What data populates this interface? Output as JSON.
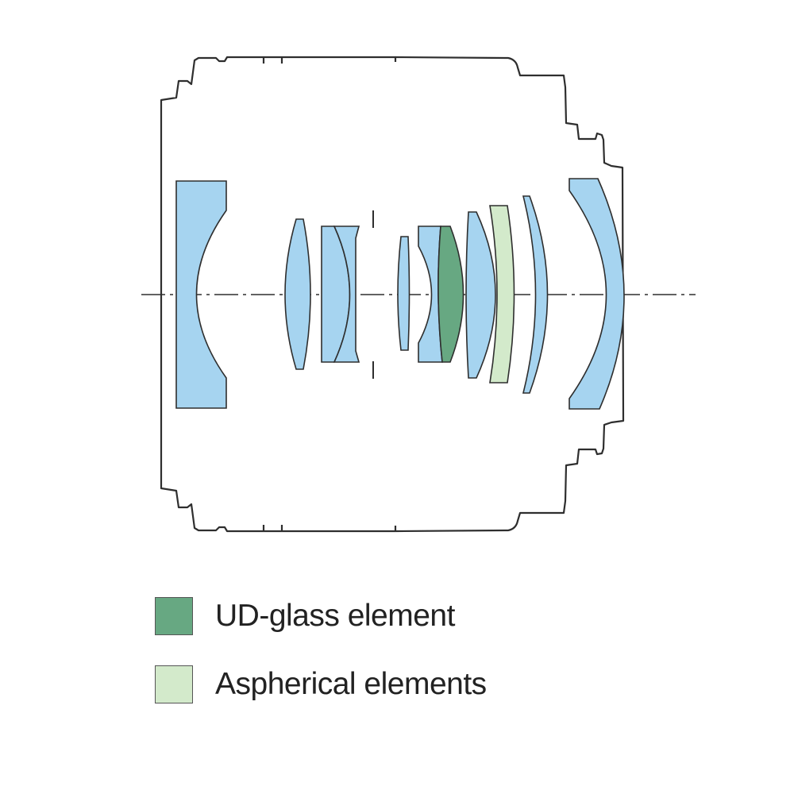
{
  "diagram": {
    "type": "lens-construction",
    "colors": {
      "standard_element": "#a6d4f0",
      "ud_glass": "#67a882",
      "aspherical": "#d3eacb",
      "outline": "#2e2e2e"
    }
  },
  "legend": [
    {
      "label": "UD-glass element",
      "color": "#67a882"
    },
    {
      "label": "Aspherical elements",
      "color": "#d3eacb"
    }
  ]
}
